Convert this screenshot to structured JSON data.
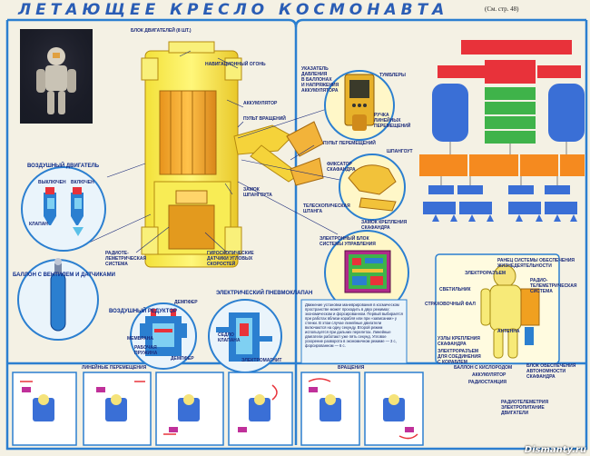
{
  "header": {
    "title": "ЛЕТАЮЩЕЕ КРЕСЛО КОСМОНАВТА",
    "page_ref": "(См. стр. 48)"
  },
  "labels": {
    "engine_block": "БЛОК ДВИГАТЕЛЕЙ (8 ШТ.)",
    "nav_light": "НАВИГАЦИОННЫЙ ОГОНЬ",
    "battery": "АККУМУЛЯТОР",
    "rotation_panel": "ПУЛЬТ ВРАЩЕНИЙ",
    "move_panel": "ПУЛЬТ ПЕРЕМЕЩЕНИЙ",
    "suit_latch": "ФИКСАТОР\nСКАФАНДРА",
    "frame": "ШПАНГОУТ",
    "frame_lock": "ЗАМОК\nШПАНГОУТА",
    "telescopic_rod": "ТЕЛЕСКОПИЧЕСКАЯ\nШТАНГА",
    "fastening_lock": "ЗАМОК КРЕПЛЕНИЯ\nСКАФАНДРА",
    "pressure_indicator": "УКАЗАТЕЛЬ\nДАВЛЕНИЯ\nВ БАЛЛОНАХ\nИ НАПРЯЖЕНИЯ\nАККУМУЛЯТОРА",
    "toggles": "ТУМБЛЕРЫ",
    "linear_handle": "РУЧКА\nЛИНЕЙНЫХ\nПЕРЕМЕЩЕНИЙ",
    "electronic_unit": "ЭЛЕКТРОННЫЙ БЛОК\nСИСТЕМЫ УПРАВЛЕНИЯ",
    "air_engine": "ВОЗДУШНЫЙ ДВИГАТЕЛЬ",
    "off_label": "ВЫКЛЮЧЕН",
    "on_label": "ВКЛЮЧЕН",
    "valve": "КЛАПАН",
    "cylinder": "БАЛЛОН\nС ВЕНТИЛЕМ\nИ ДАТЧИКАМИ",
    "radio_telemetry": "РАДИОТЕ-\nЛЕМЕТРИЧЕСКАЯ\nСИСТЕМА",
    "gyro_sensors": "ГИРОСКОПИЧЕСКИЕ\nДАТЧИКИ УГЛОВЫХ\nСКОРОСТЕЙ",
    "air_reducer": "ВОЗДУШНЫЙ\nРЕДУКТОР",
    "damper": "ДЕМПФЕР",
    "membrane": "МЕМБРАНА",
    "working_spring": "РАБОЧАЯ\nПРУЖИНА",
    "damper2": "ДЕМПФЕР",
    "pneumo_valve": "ЭЛЕКТРИЧЕСКИЙ\nПНЕВМОКЛАПАН",
    "valve_seat": "СЕДЛО\nКЛАПАНА",
    "electromagnet": "ЭЛЕКТРОМАГНИТ",
    "linear_moves": "ЛИНЕЙНЫЕ ПЕРЕМЕЩЕНИЯ",
    "rotations": "ВРАЩЕНИЯ",
    "suit_panel": "РАНЕЦ СИСТЕМЫ ОБЕСПЕЧЕНИЯ\nЖИЗНЕДЕЯТЕЛЬНОСТИ",
    "electroradiation": "ЭЛЕКТРОРАЗЪЕМ",
    "radio_tele2": "РАДИО-\nТЕЛЕМЕТРИЧЕСКАЯ\nСИСТЕМА",
    "lamp": "СВЕТИЛЬНИК",
    "safety_line": "СТРАХОВОЧНЫЙ ФАЛ",
    "antenna": "АНТЕННА",
    "fastening_nodes": "УЗЛЫ КРЕПЛЕНИЯ\nСКАФАНДРА",
    "electrorazem2": "ЭЛЕКТРОРАЗЪЕМ\nДЛЯ СОЕДИНЕНИЯ\nС КОРАБЛЕМ",
    "oxygen_cylinder": "БАЛЛОН С КИСЛОРОДОМ",
    "battery2": "АККУМУЛЯТОР",
    "radiostation": "РАДИОСТАНЦИЯ",
    "autonomy_block": "БЛОК ОБЕСПЕЧЕНИЯ\nАВТОНОМНОСТИ\nСКАФАНДРА",
    "radiotele_engine": "РАДИОТЕЛЕМЕТРИЯ\nЭЛЕКТРОПИТАНИЕ\nДВИГАТЕЛИ",
    "description": "Движение установки маневрирования в космическом пространстве может проходить в двух режимах: экономическом и форсированном. Первый выбирается при работах вблизи корабля или при «зависании» у стенки. В этом случае линейные двигатели включаются на одну секунду. Второй режим используется при дальних перелетах. Линейные двигатели работают уже пять секунд. Угловое ускорение разворота в экономичном режиме — 3 с, форсированном — 6 с."
  },
  "watermark": "Dismanty.ru",
  "colors": {
    "chair_yellow": "#f7e94a",
    "chair_orange": "#f0a020",
    "blue": "#2b7fd0",
    "red": "#e8323a",
    "green": "#3fb34a",
    "orange": "#f58a1f",
    "diagram_blue": "#3a6fd6",
    "cyan_bg": "#5bc0e8",
    "magenta": "#c0309a"
  }
}
